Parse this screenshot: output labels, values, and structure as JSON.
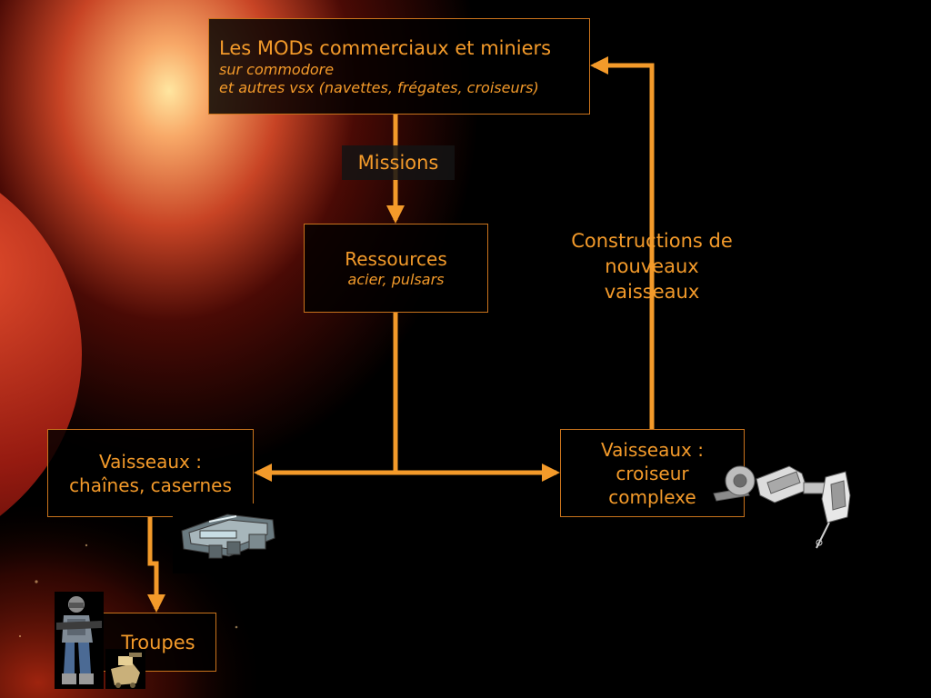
{
  "nodes": {
    "mods": {
      "title": "Les MODs commerciaux et miniers",
      "line1": "sur commodore",
      "line2": "et autres vsx (navettes, frégates, croiseurs)"
    },
    "ressources": {
      "title": "Ressources",
      "subtitle": "acier, pulsars"
    },
    "vaisseaux_chaines": {
      "line1": "Vaisseaux :",
      "line2": "chaînes, casernes"
    },
    "vaisseaux_croiseur": {
      "line1": "Vaisseaux :",
      "line2": "croiseur",
      "line3": "complexe"
    },
    "troupes": {
      "title": "Troupes"
    }
  },
  "labels": {
    "missions": "Missions",
    "constructions_line1": "Constructions de",
    "constructions_line2": "nouveaux",
    "constructions_line3": "vaisseaux"
  },
  "colors": {
    "accent": "#f39a2a",
    "border": "#c9731c",
    "background": "#000000"
  },
  "icons": [
    "space-cruiser-icon",
    "ship-assembly-icon",
    "soldier-icon",
    "drone-robot-icon"
  ]
}
